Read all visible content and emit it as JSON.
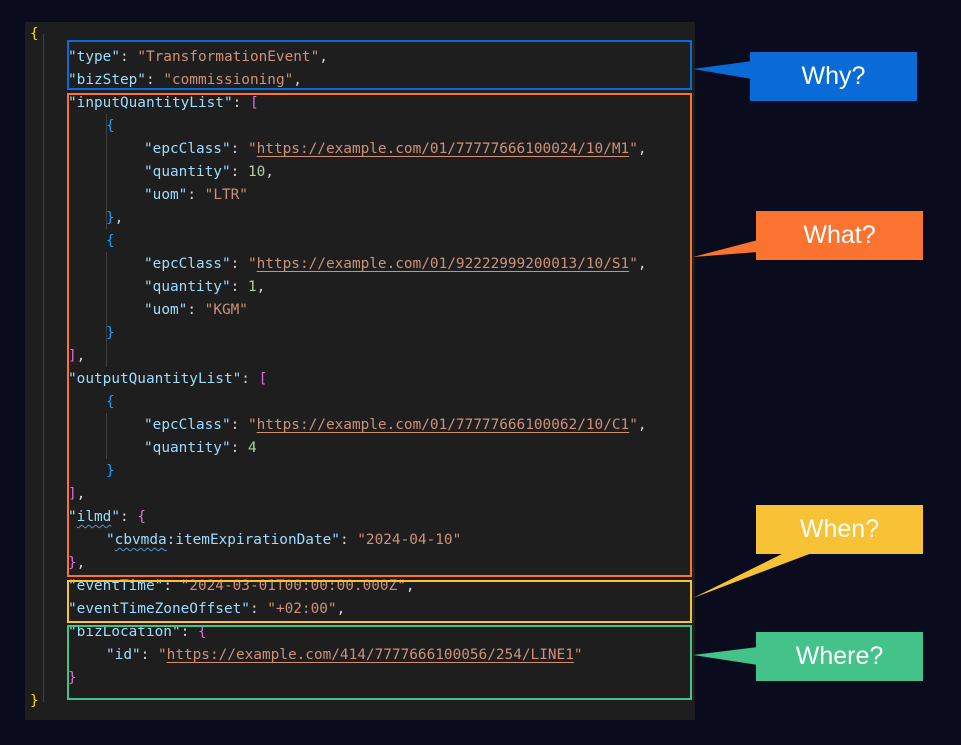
{
  "code_lines": [
    {
      "indent": 0,
      "tokens": [
        {
          "t": "{",
          "c": "b1"
        }
      ]
    },
    {
      "indent": 1,
      "tokens": [
        {
          "t": "\"type\"",
          "c": "key"
        },
        {
          "t": ": ",
          "c": "punc"
        },
        {
          "t": "\"TransformationEvent\"",
          "c": "str"
        },
        {
          "t": ",",
          "c": "punc"
        }
      ]
    },
    {
      "indent": 1,
      "tokens": [
        {
          "t": "\"bizStep\"",
          "c": "key"
        },
        {
          "t": ": ",
          "c": "punc"
        },
        {
          "t": "\"commissioning\"",
          "c": "str"
        },
        {
          "t": ",",
          "c": "punc"
        }
      ]
    },
    {
      "indent": 1,
      "tokens": [
        {
          "t": "\"inputQuantityList\"",
          "c": "key"
        },
        {
          "t": ": ",
          "c": "punc"
        },
        {
          "t": "[",
          "c": "b2"
        }
      ]
    },
    {
      "indent": 2,
      "tokens": [
        {
          "t": "{",
          "c": "b3"
        }
      ]
    },
    {
      "indent": 3,
      "tokens": [
        {
          "t": "\"epcClass\"",
          "c": "key"
        },
        {
          "t": ": ",
          "c": "punc"
        },
        {
          "t": "\"",
          "c": "str"
        },
        {
          "t": "https://example.com/01/77777666100024/10/M1",
          "c": "url"
        },
        {
          "t": "\"",
          "c": "str"
        },
        {
          "t": ",",
          "c": "punc"
        }
      ]
    },
    {
      "indent": 3,
      "tokens": [
        {
          "t": "\"quantity\"",
          "c": "key"
        },
        {
          "t": ": ",
          "c": "punc"
        },
        {
          "t": "10",
          "c": "num"
        },
        {
          "t": ",",
          "c": "punc"
        }
      ]
    },
    {
      "indent": 3,
      "tokens": [
        {
          "t": "\"uom\"",
          "c": "key"
        },
        {
          "t": ": ",
          "c": "punc"
        },
        {
          "t": "\"LTR\"",
          "c": "str"
        }
      ]
    },
    {
      "indent": 2,
      "tokens": [
        {
          "t": "}",
          "c": "b3"
        },
        {
          "t": ",",
          "c": "punc"
        }
      ]
    },
    {
      "indent": 2,
      "tokens": [
        {
          "t": "{",
          "c": "b3"
        }
      ]
    },
    {
      "indent": 3,
      "tokens": [
        {
          "t": "\"epcClass\"",
          "c": "key"
        },
        {
          "t": ": ",
          "c": "punc"
        },
        {
          "t": "\"",
          "c": "str"
        },
        {
          "t": "https://example.com/01/92222999200013/10/S1",
          "c": "url"
        },
        {
          "t": "\"",
          "c": "str"
        },
        {
          "t": ",",
          "c": "punc"
        }
      ]
    },
    {
      "indent": 3,
      "tokens": [
        {
          "t": "\"quantity\"",
          "c": "key"
        },
        {
          "t": ": ",
          "c": "punc"
        },
        {
          "t": "1",
          "c": "num"
        },
        {
          "t": ",",
          "c": "punc"
        }
      ]
    },
    {
      "indent": 3,
      "tokens": [
        {
          "t": "\"uom\"",
          "c": "key"
        },
        {
          "t": ": ",
          "c": "punc"
        },
        {
          "t": "\"KGM\"",
          "c": "str"
        }
      ]
    },
    {
      "indent": 2,
      "tokens": [
        {
          "t": "}",
          "c": "b3"
        }
      ]
    },
    {
      "indent": 1,
      "tokens": [
        {
          "t": "]",
          "c": "b2"
        },
        {
          "t": ",",
          "c": "punc"
        }
      ]
    },
    {
      "indent": 1,
      "tokens": [
        {
          "t": "\"outputQuantityList\"",
          "c": "key"
        },
        {
          "t": ": ",
          "c": "punc"
        },
        {
          "t": "[",
          "c": "b2"
        }
      ]
    },
    {
      "indent": 2,
      "tokens": [
        {
          "t": "{",
          "c": "b3"
        }
      ]
    },
    {
      "indent": 3,
      "tokens": [
        {
          "t": "\"epcClass\"",
          "c": "key"
        },
        {
          "t": ": ",
          "c": "punc"
        },
        {
          "t": "\"",
          "c": "str"
        },
        {
          "t": "https://example.com/01/77777666100062/10/C1",
          "c": "url"
        },
        {
          "t": "\"",
          "c": "str"
        },
        {
          "t": ",",
          "c": "punc"
        }
      ]
    },
    {
      "indent": 3,
      "tokens": [
        {
          "t": "\"quantity\"",
          "c": "key"
        },
        {
          "t": ": ",
          "c": "punc"
        },
        {
          "t": "4",
          "c": "num"
        }
      ]
    },
    {
      "indent": 2,
      "tokens": [
        {
          "t": "}",
          "c": "b3"
        }
      ]
    },
    {
      "indent": 1,
      "tokens": [
        {
          "t": "]",
          "c": "b2"
        },
        {
          "t": ",",
          "c": "punc"
        }
      ]
    },
    {
      "indent": 1,
      "tokens": [
        {
          "t": "\"",
          "c": "key"
        },
        {
          "t": "ilmd",
          "c": "key squig"
        },
        {
          "t": "\"",
          "c": "key"
        },
        {
          "t": ": ",
          "c": "punc"
        },
        {
          "t": "{",
          "c": "b2"
        }
      ]
    },
    {
      "indent": 2,
      "tokens": [
        {
          "t": "\"",
          "c": "key"
        },
        {
          "t": "cbvmda",
          "c": "key squig"
        },
        {
          "t": ":itemExpirationDate\"",
          "c": "key"
        },
        {
          "t": ": ",
          "c": "punc"
        },
        {
          "t": "\"2024-04-10\"",
          "c": "str"
        }
      ]
    },
    {
      "indent": 1,
      "tokens": [
        {
          "t": "}",
          "c": "b2"
        },
        {
          "t": ",",
          "c": "punc"
        }
      ]
    },
    {
      "indent": 1,
      "tokens": [
        {
          "t": "\"eventTime\"",
          "c": "key"
        },
        {
          "t": ": ",
          "c": "punc"
        },
        {
          "t": "\"2024-03-01T00:00:00.000Z\"",
          "c": "str"
        },
        {
          "t": ",",
          "c": "punc"
        }
      ]
    },
    {
      "indent": 1,
      "tokens": [
        {
          "t": "\"eventTimeZoneOffset\"",
          "c": "key"
        },
        {
          "t": ": ",
          "c": "punc"
        },
        {
          "t": "\"+02:00\"",
          "c": "str"
        },
        {
          "t": ",",
          "c": "punc"
        }
      ]
    },
    {
      "indent": 1,
      "tokens": [
        {
          "t": "\"bizLocation\"",
          "c": "key"
        },
        {
          "t": ": ",
          "c": "punc"
        },
        {
          "t": "{",
          "c": "b2"
        }
      ]
    },
    {
      "indent": 2,
      "tokens": [
        {
          "t": "\"id\"",
          "c": "key"
        },
        {
          "t": ": ",
          "c": "punc"
        },
        {
          "t": "\"",
          "c": "str"
        },
        {
          "t": "https://example.com/414/7777666100056/254/LINE1",
          "c": "url"
        },
        {
          "t": "\"",
          "c": "str"
        }
      ]
    },
    {
      "indent": 1,
      "tokens": [
        {
          "t": "}",
          "c": "b2"
        }
      ]
    },
    {
      "indent": 0,
      "tokens": [
        {
          "t": "}",
          "c": "b1"
        }
      ]
    }
  ],
  "callouts": {
    "why": {
      "label": "Why?",
      "color": "#0a6bd6"
    },
    "what": {
      "label": "What?",
      "color": "#fb7330"
    },
    "when": {
      "label": "When?",
      "color": "#f7c235"
    },
    "where": {
      "label": "Where?",
      "color": "#43c28a"
    }
  },
  "colors": {
    "background": "#0b0b1e",
    "editor": "#1e1e1e",
    "key": "#9cdcfe",
    "string": "#ce9178",
    "number": "#b5cea8",
    "bracket_level1": "#ffd700",
    "bracket_level2": "#da70d6",
    "bracket_level3": "#179fff"
  }
}
